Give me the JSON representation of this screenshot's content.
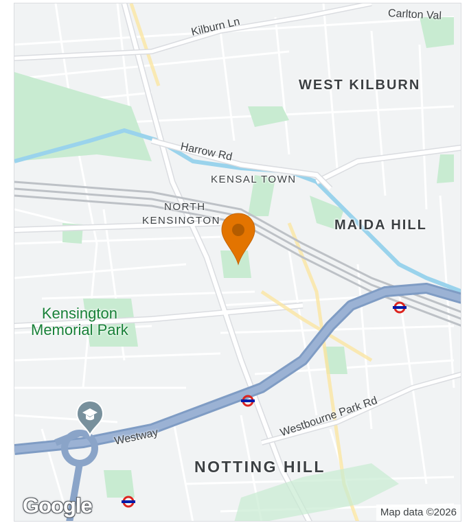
{
  "map": {
    "districts": {
      "west_kilburn": "WEST KILBURN",
      "kensal_town": "KENSAL TOWN",
      "north_kensington_line1": "NORTH",
      "north_kensington_line2": "KENSINGTON",
      "maida_hill": "MAIDA HILL",
      "notting_hill": "NOTTING HILL"
    },
    "roads": {
      "kilburn_ln": "Kilburn Ln",
      "carlton_vale": "Carlton Val",
      "harrow_rd": "Harrow Rd",
      "westbourne_park_rd": "Westbourne Park Rd",
      "westway": "Westway"
    },
    "parks": {
      "kensington_memorial_line1": "Kensington",
      "kensington_memorial_line2": "Memorial Park"
    },
    "logo": "Google",
    "attribution": "Map data ©2026"
  },
  "colors": {
    "land": "#f1f3f4",
    "park": "#c8ebd1",
    "water": "#9ad3ec",
    "motorway": "#8aa4c8",
    "pin": "#e37400",
    "rail": "#bdc1c6"
  },
  "icons": {
    "pin": "location-pin-icon",
    "school": "school-icon",
    "underground": "underground-icon"
  }
}
